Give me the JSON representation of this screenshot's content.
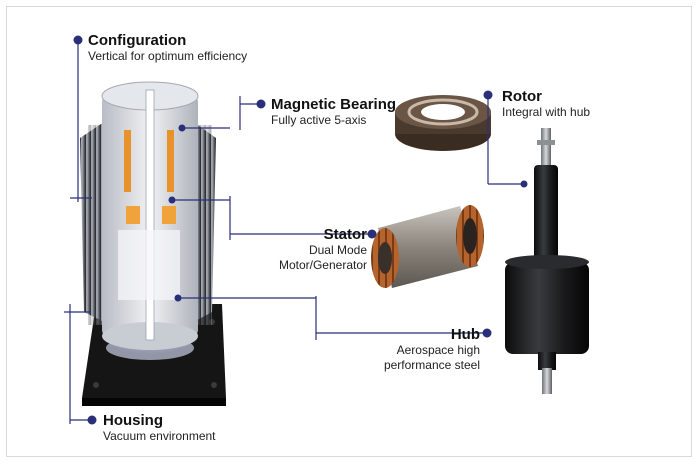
{
  "accent_color": "#2a2f7a",
  "callouts": {
    "configuration": {
      "title": "Configuration",
      "desc": "Vertical for optimum efficiency"
    },
    "magnetic_bearing": {
      "title": "Magnetic Bearing",
      "desc": "Fully active 5-axis"
    },
    "rotor": {
      "title": "Rotor",
      "desc": "Integral with hub"
    },
    "stator": {
      "title": "Stator",
      "desc_line1": "Dual Mode",
      "desc_line2": "Motor/Generator"
    },
    "hub": {
      "title": "Hub",
      "desc_line1": "Aerospace high",
      "desc_line2": "performance steel"
    },
    "housing": {
      "title": "Housing",
      "desc": "Vacuum environment"
    }
  }
}
